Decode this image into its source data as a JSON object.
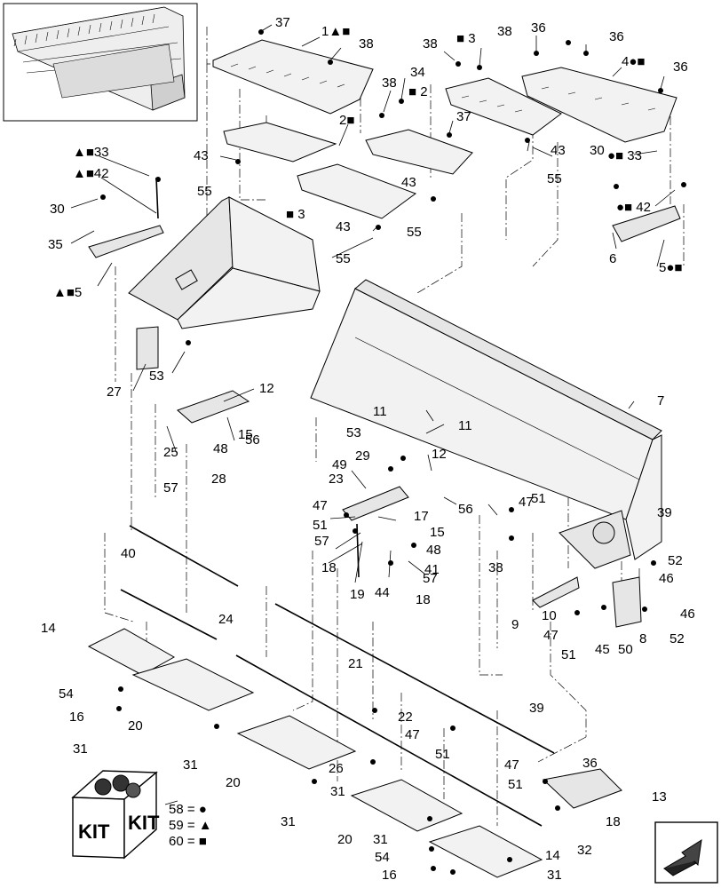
{
  "callouts": {
    "l37a": "37",
    "l1": "1▲■",
    "l38a": "38",
    "l38b": "38",
    "l3a": "■ 3",
    "l38c": "38",
    "l36a": "36",
    "l36b": "36",
    "l4": "4●■",
    "l36c": "36",
    "l34": "34",
    "l2a": "■ 2",
    "l38d": "38",
    "l37b": "37",
    "l2b": "2■",
    "l43a": "43",
    "l43b": "43",
    "l55a": "55",
    "l55b": "55",
    "l30a": "30",
    "l33a": "●■ 33",
    "l33b": "▲■33",
    "l42a": "▲■42",
    "l30b": "30",
    "l43c": "43",
    "l3b": "■ 3",
    "l43d": "43",
    "l55c": "55",
    "l42b": "●■ 42",
    "l35": "35",
    "l6": "6",
    "l55d": "55",
    "l5a": "5●■",
    "l5b": "▲■5",
    "l27": "27",
    "l53a": "53",
    "l12a": "12",
    "l7": "7",
    "l15a": "15",
    "l56a": "56",
    "l25": "25",
    "l48a": "48",
    "l11a": "11",
    "l11b": "11",
    "l28": "28",
    "l53b": "53",
    "l29": "29",
    "l49": "49",
    "l12b": "12",
    "l57a": "57",
    "l23": "23",
    "l47a": "47",
    "l51a": "51",
    "l47b": "47",
    "l51b": "51",
    "l56b": "56",
    "l17": "17",
    "l57b": "57",
    "l15b": "15",
    "l48b": "48",
    "l39a": "39",
    "l40": "40",
    "l18a": "18",
    "l41": "41",
    "l38e": "38",
    "l52a": "52",
    "l46a": "46",
    "l57c": "57",
    "l19": "19",
    "l44": "44",
    "l18b": "18",
    "l9": "9",
    "l10": "10",
    "l46b": "46",
    "l24": "24",
    "l47c": "47",
    "l8": "8",
    "l52b": "52",
    "l51c": "51",
    "l45": "45",
    "l50": "50",
    "l14a": "14",
    "l21": "21",
    "l54a": "54",
    "l22": "22",
    "l16a": "16",
    "l39b": "39",
    "l20a": "20",
    "l47d": "47",
    "l31a": "31",
    "l31b": "31",
    "l51d": "51",
    "l26": "26",
    "l20b": "20",
    "l36d": "36",
    "l47e": "47",
    "l31c": "31",
    "l51e": "51",
    "l13": "13",
    "l31d": "31",
    "l18c": "18",
    "l20c": "20",
    "l31e": "31",
    "l32": "32",
    "l14b": "14",
    "l54b": "54",
    "l16b": "16",
    "l31f": "31"
  },
  "kit": {
    "box_text_1": "KIT",
    "box_text_2": "KIT",
    "legend": [
      {
        "label": "58 = ●"
      },
      {
        "label": "59 = ▲"
      },
      {
        "label": "60 = ■"
      }
    ]
  },
  "icons": {
    "thumbnail": "header-overview-thumbnail",
    "kit_box": "kit-box-icon",
    "nav_arrow": "next-page-arrow-icon"
  }
}
